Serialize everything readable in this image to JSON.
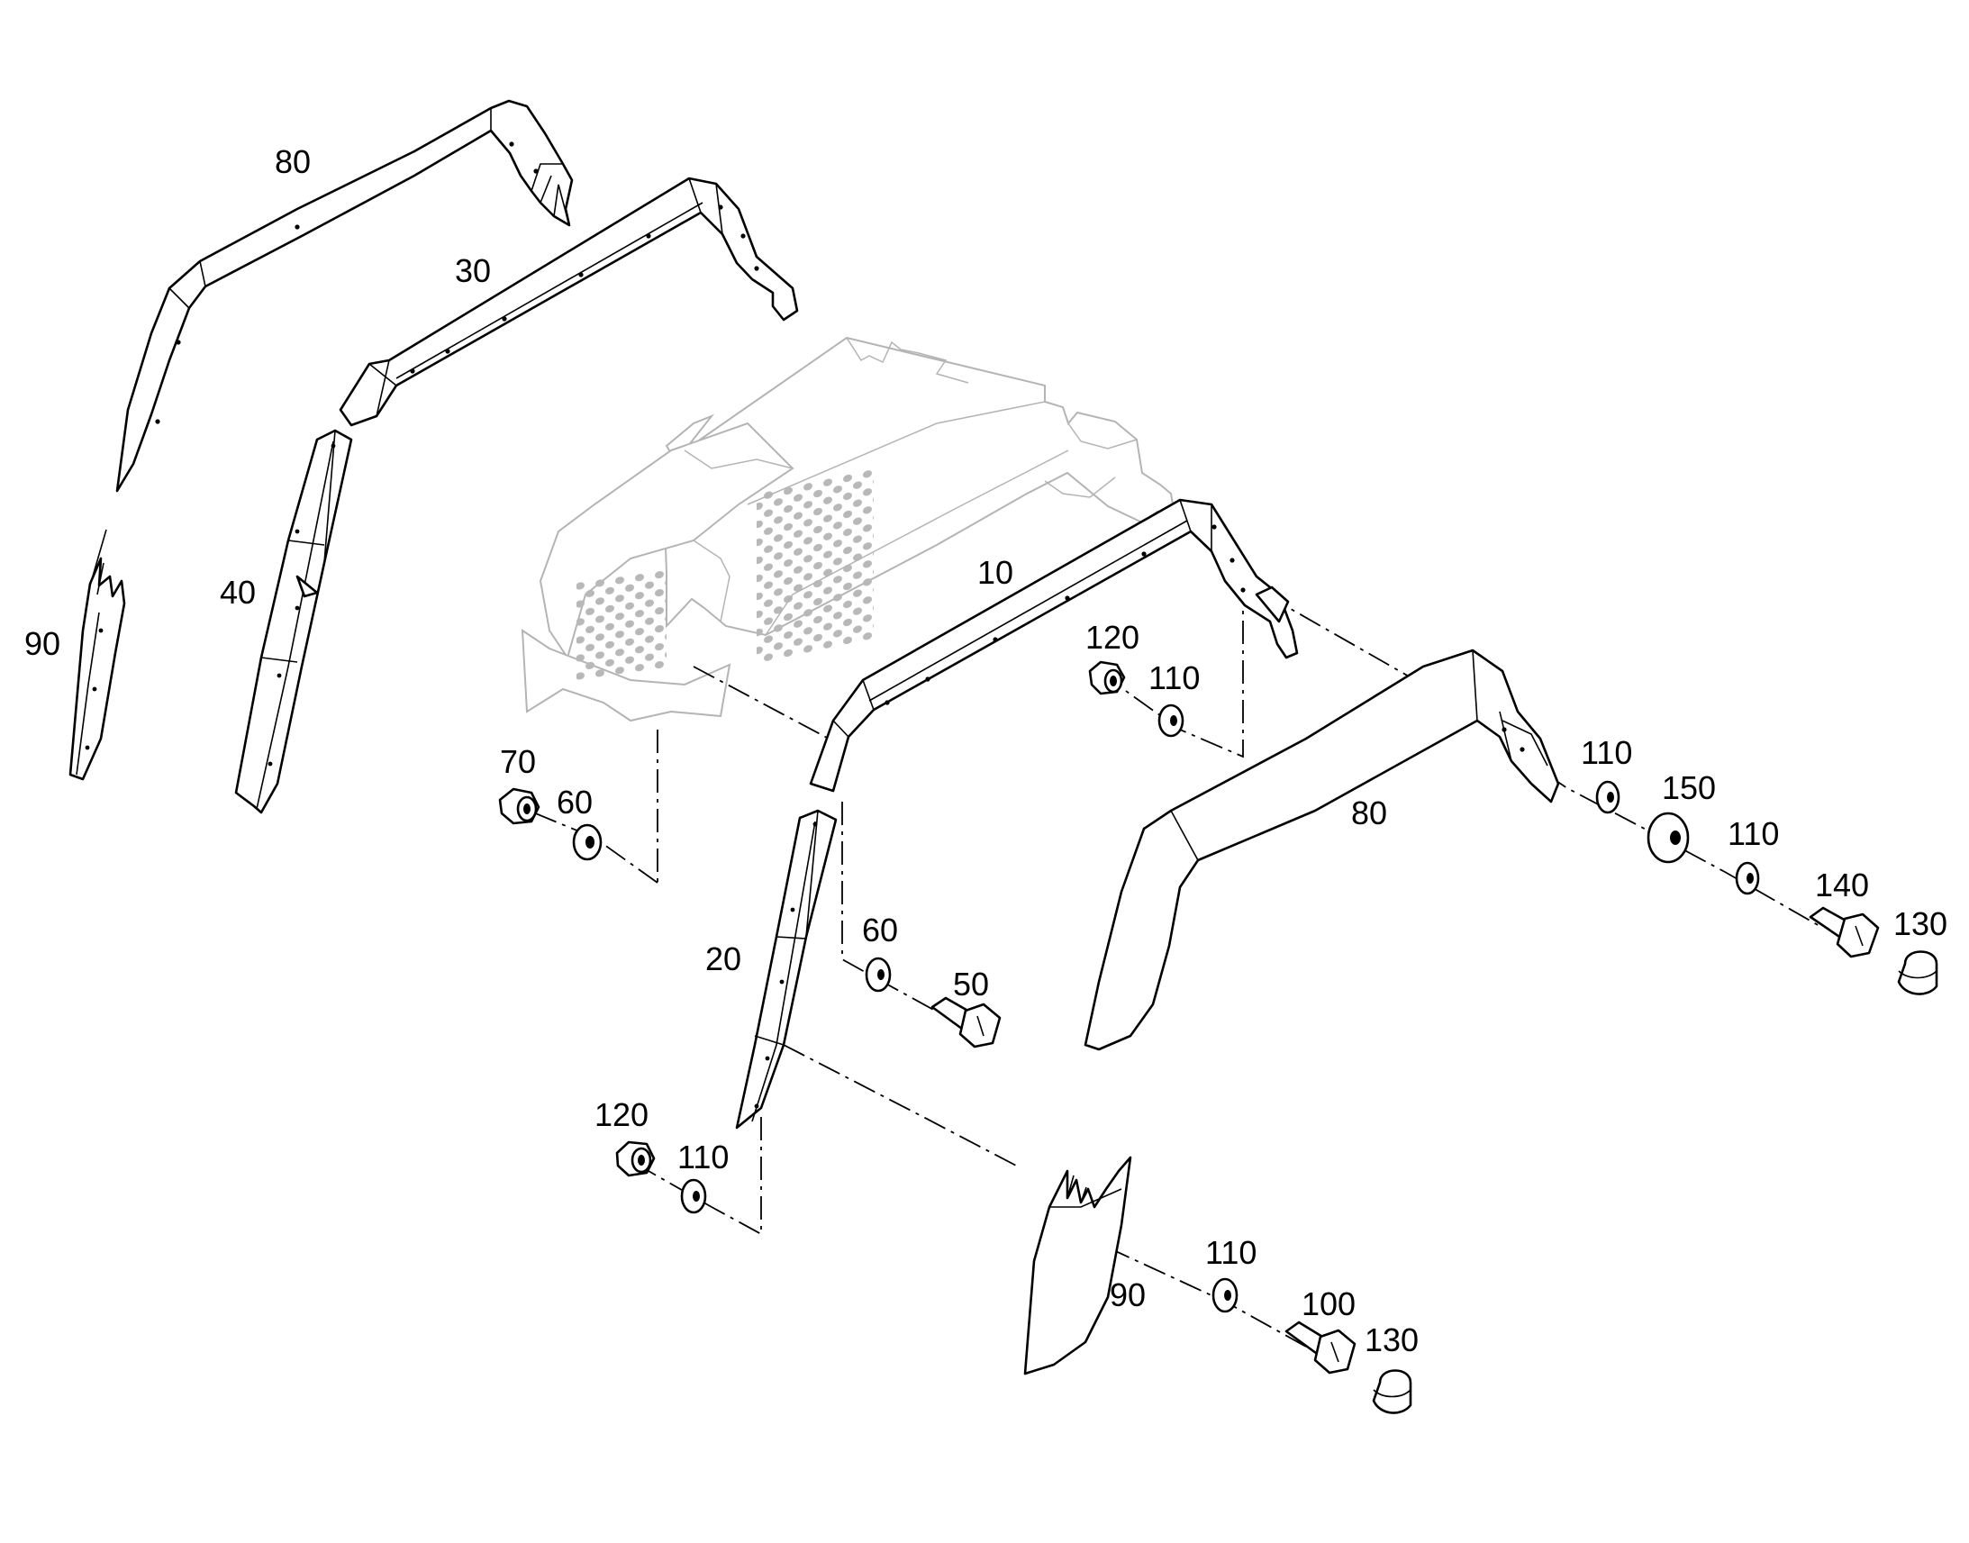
{
  "callouts": {
    "fender_top_left": "80",
    "rail_upper_left": "30",
    "post_left": "40",
    "deflector_left": "90",
    "rail_front": "10",
    "nut_right_top": "120",
    "washer_right_top": "110",
    "nut_left": "70",
    "washer_left": "60",
    "fender_right": "80",
    "washer_r1": "110",
    "spacer": "150",
    "washer_r2": "110",
    "bolt_right": "140",
    "cap_right": "130",
    "post_front": "20",
    "washer_mid": "60",
    "bolt_mid": "50",
    "nut_bottom": "120",
    "washer_bottom": "110",
    "deflector_front": "90",
    "washer_front": "110",
    "bolt_front": "100",
    "cap_front": "130"
  }
}
